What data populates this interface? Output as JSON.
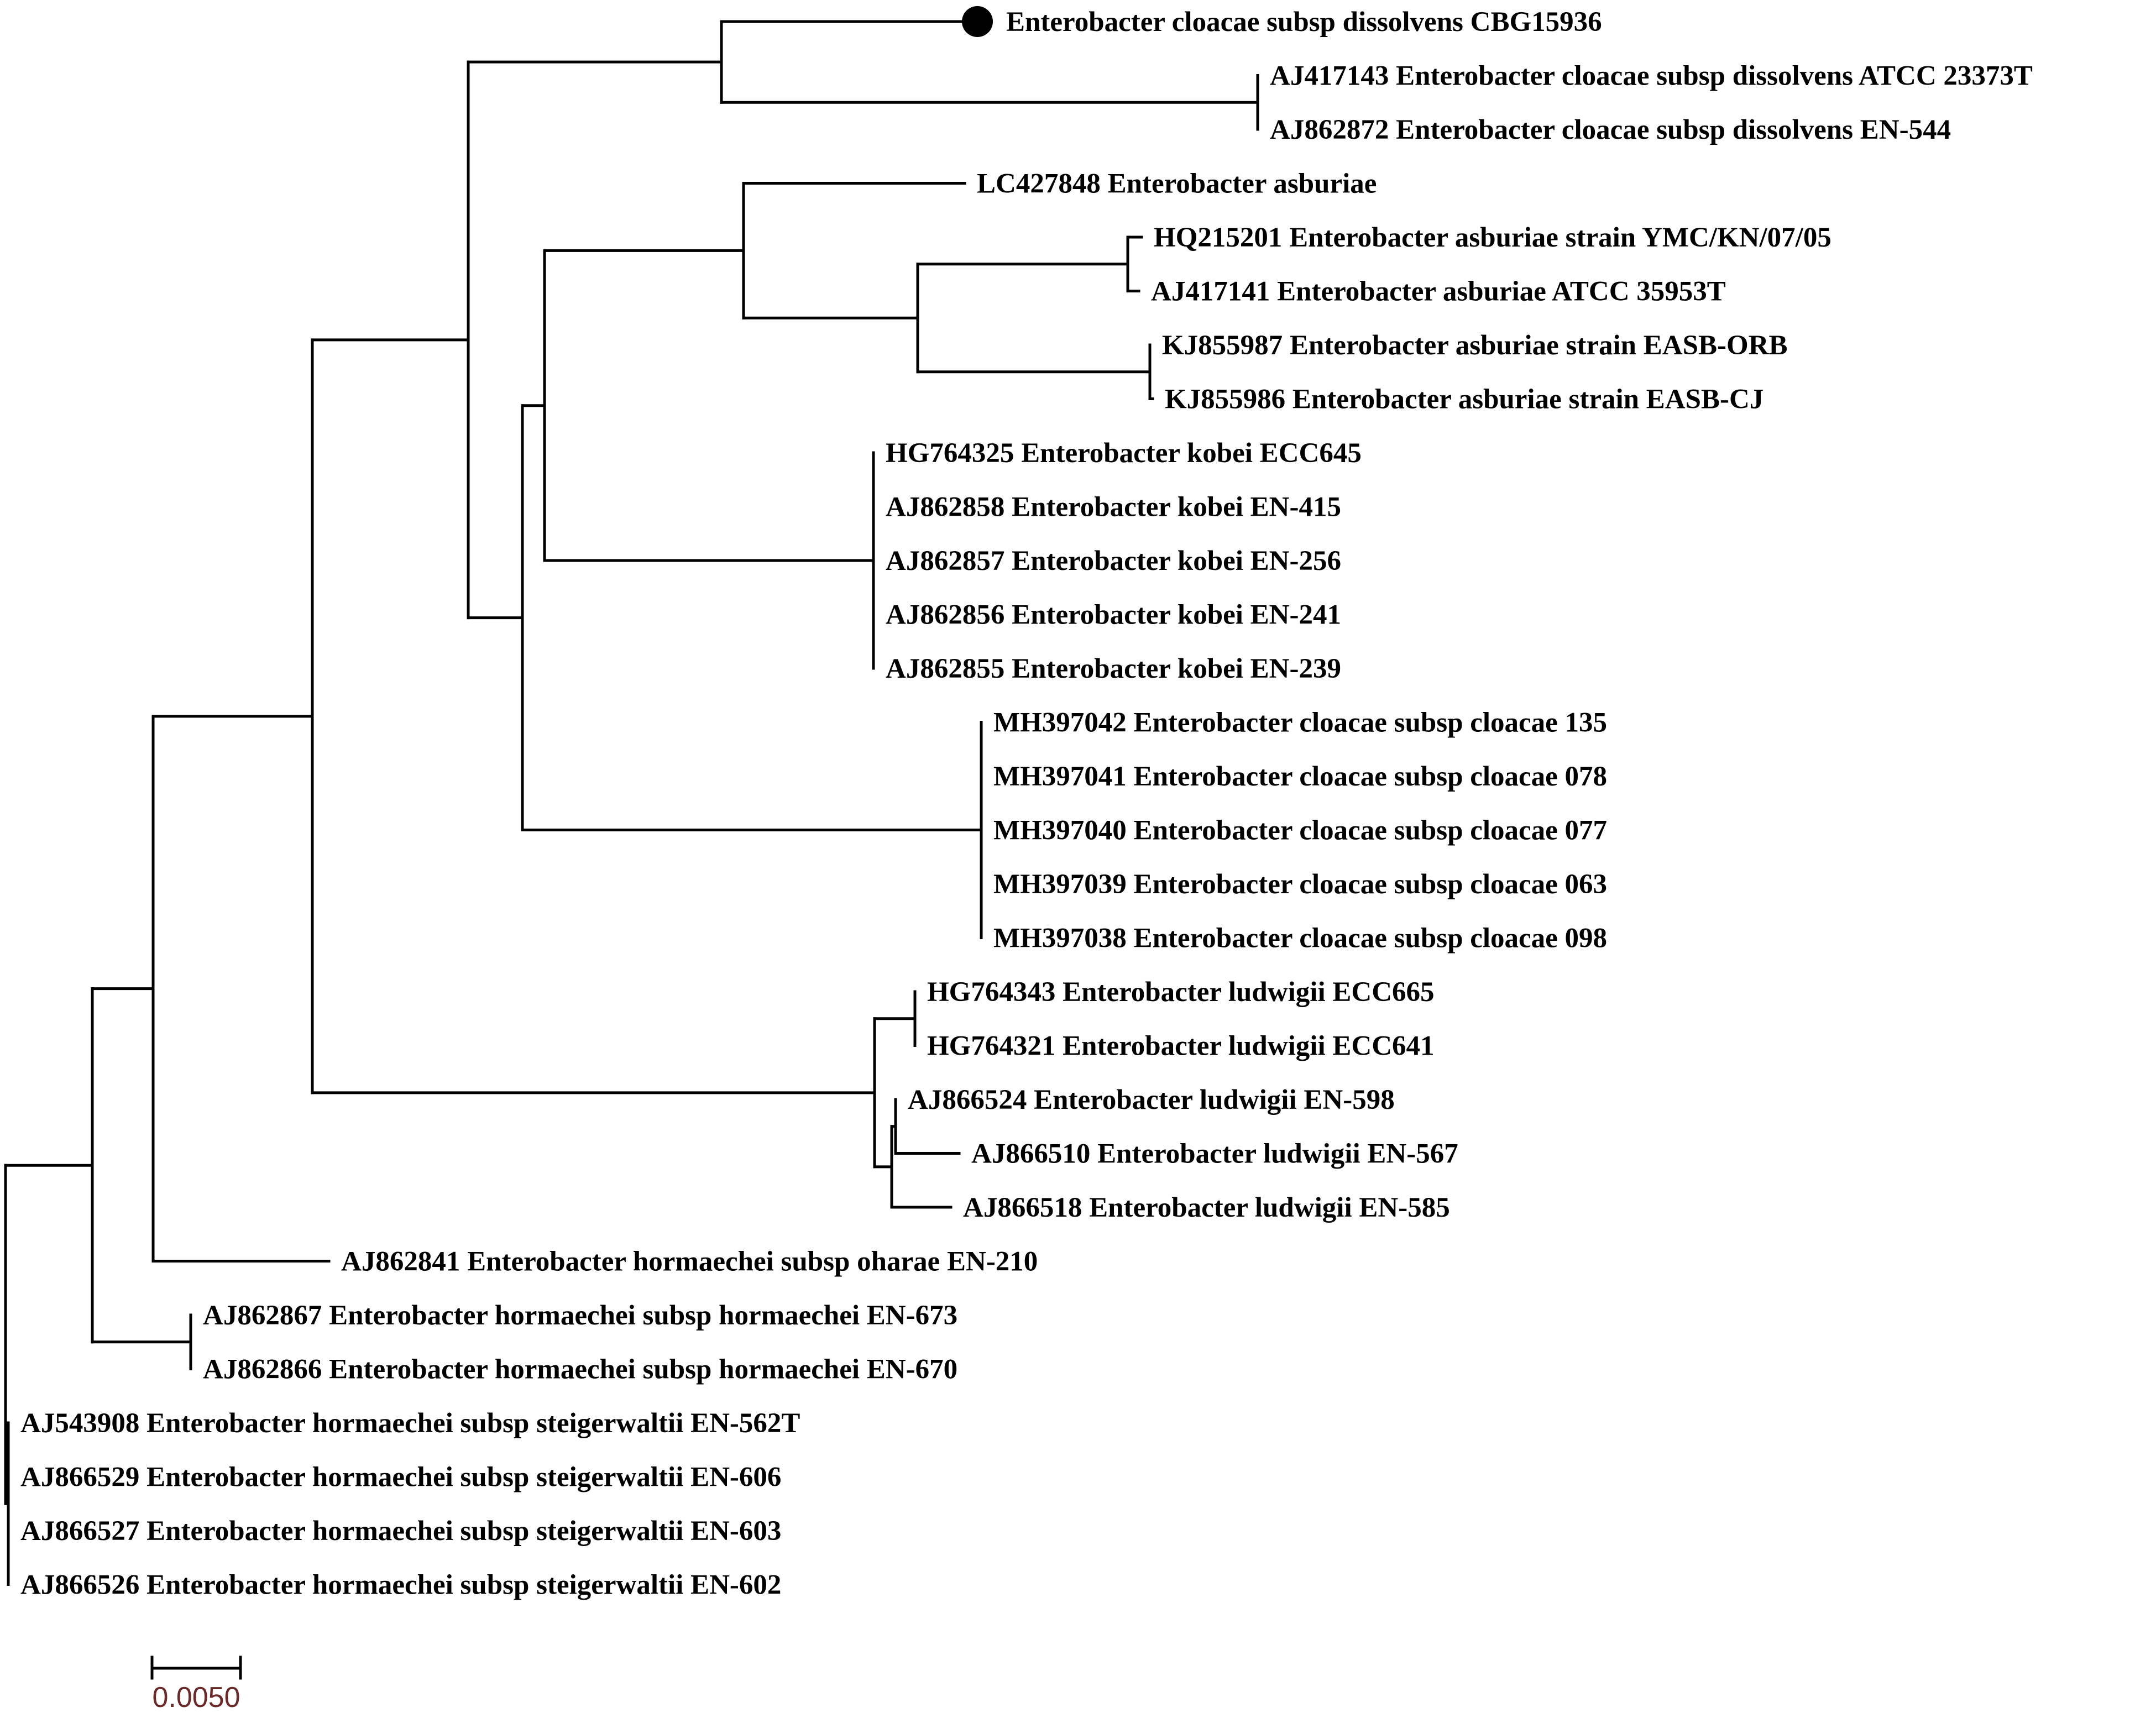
{
  "colors": {
    "branch": "#000000",
    "scale_label": "#6b2a2a",
    "marker": "#000000"
  },
  "tree": {
    "leaves": [
      {
        "id": "L0",
        "label": "Enterobacter cloacae subsp dissolvens CBG15936",
        "marked": true
      },
      {
        "id": "L1",
        "label": "AJ417143 Enterobacter cloacae subsp dissolvens ATCC 23373T"
      },
      {
        "id": "L2",
        "label": "AJ862872 Enterobacter cloacae subsp dissolvens EN-544"
      },
      {
        "id": "L3",
        "label": "LC427848 Enterobacter asburiae"
      },
      {
        "id": "L4",
        "label": "HQ215201 Enterobacter asburiae strain YMC/KN/07/05"
      },
      {
        "id": "L5",
        "label": "AJ417141 Enterobacter asburiae ATCC 35953T"
      },
      {
        "id": "L6",
        "label": "KJ855987 Enterobacter asburiae strain EASB-ORB"
      },
      {
        "id": "L7",
        "label": "KJ855986 Enterobacter asburiae strain EASB-CJ"
      },
      {
        "id": "L8",
        "label": "HG764325 Enterobacter kobei ECC645"
      },
      {
        "id": "L9",
        "label": "AJ862858 Enterobacter kobei EN-415"
      },
      {
        "id": "L10",
        "label": "AJ862857 Enterobacter kobei EN-256"
      },
      {
        "id": "L11",
        "label": "AJ862856 Enterobacter kobei EN-241"
      },
      {
        "id": "L12",
        "label": "AJ862855 Enterobacter kobei EN-239"
      },
      {
        "id": "L13",
        "label": "MH397042 Enterobacter cloacae subsp cloacae 135"
      },
      {
        "id": "L14",
        "label": "MH397041 Enterobacter cloacae subsp cloacae 078"
      },
      {
        "id": "L15",
        "label": "MH397040 Enterobacter cloacae subsp cloacae 077"
      },
      {
        "id": "L16",
        "label": "MH397039 Enterobacter cloacae subsp cloacae 063"
      },
      {
        "id": "L17",
        "label": "MH397038 Enterobacter cloacae subsp cloacae 098"
      },
      {
        "id": "L18",
        "label": "HG764343 Enterobacter ludwigii ECC665"
      },
      {
        "id": "L19",
        "label": "HG764321 Enterobacter ludwigii ECC641"
      },
      {
        "id": "L20",
        "label": "AJ866524 Enterobacter ludwigii EN-598"
      },
      {
        "id": "L21",
        "label": "AJ866510 Enterobacter ludwigii EN-567"
      },
      {
        "id": "L22",
        "label": "AJ866518 Enterobacter ludwigii EN-585"
      },
      {
        "id": "L23",
        "label": "AJ862841 Enterobacter hormaechei subsp oharae EN-210"
      },
      {
        "id": "L24",
        "label": "AJ862867 Enterobacter hormaechei subsp hormaechei EN-673"
      },
      {
        "id": "L25",
        "label": "AJ862866 Enterobacter hormaechei subsp hormaechei EN-670"
      },
      {
        "id": "L26",
        "label": "AJ543908 Enterobacter hormaechei subsp steigerwaltii EN-562T"
      },
      {
        "id": "L27",
        "label": "AJ866529 Enterobacter hormaechei subsp steigerwaltii EN-606"
      },
      {
        "id": "L28",
        "label": "AJ866527 Enterobacter hormaechei subsp steigerwaltii EN-603"
      },
      {
        "id": "L29",
        "label": "AJ866526 Enterobacter hormaechei subsp steigerwaltii EN-602"
      }
    ]
  },
  "scale_bar": {
    "label": "0.0050",
    "value": 0.005
  }
}
